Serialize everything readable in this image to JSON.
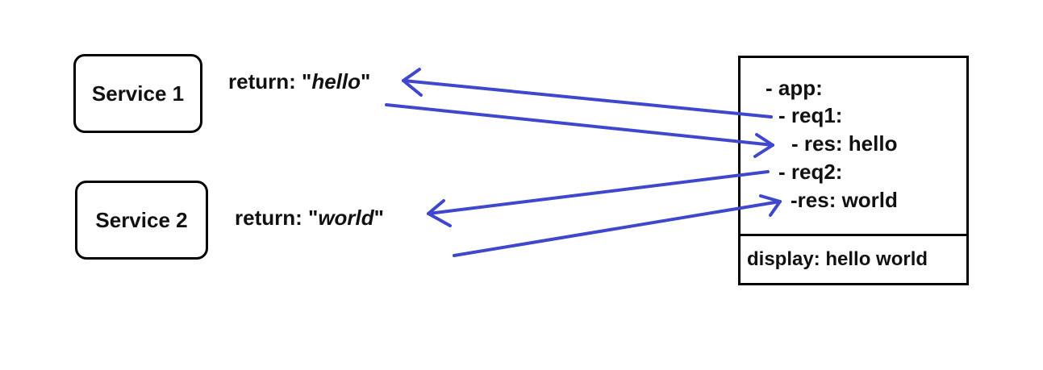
{
  "services": [
    {
      "label": "Service 1",
      "return_prefix": "return: \"",
      "return_value": "hello",
      "return_suffix": "\""
    },
    {
      "label": "Service 2",
      "return_prefix": "return: \"",
      "return_value": "world",
      "return_suffix": "\""
    }
  ],
  "app_tree": {
    "app": "- app:",
    "req1": "- req1:",
    "res1": "- res: hello",
    "req2": "- req2:",
    "res2": "-res: world"
  },
  "display": "display: hello world",
  "colors": {
    "arrow": "#3f48cc",
    "border": "#000000"
  }
}
